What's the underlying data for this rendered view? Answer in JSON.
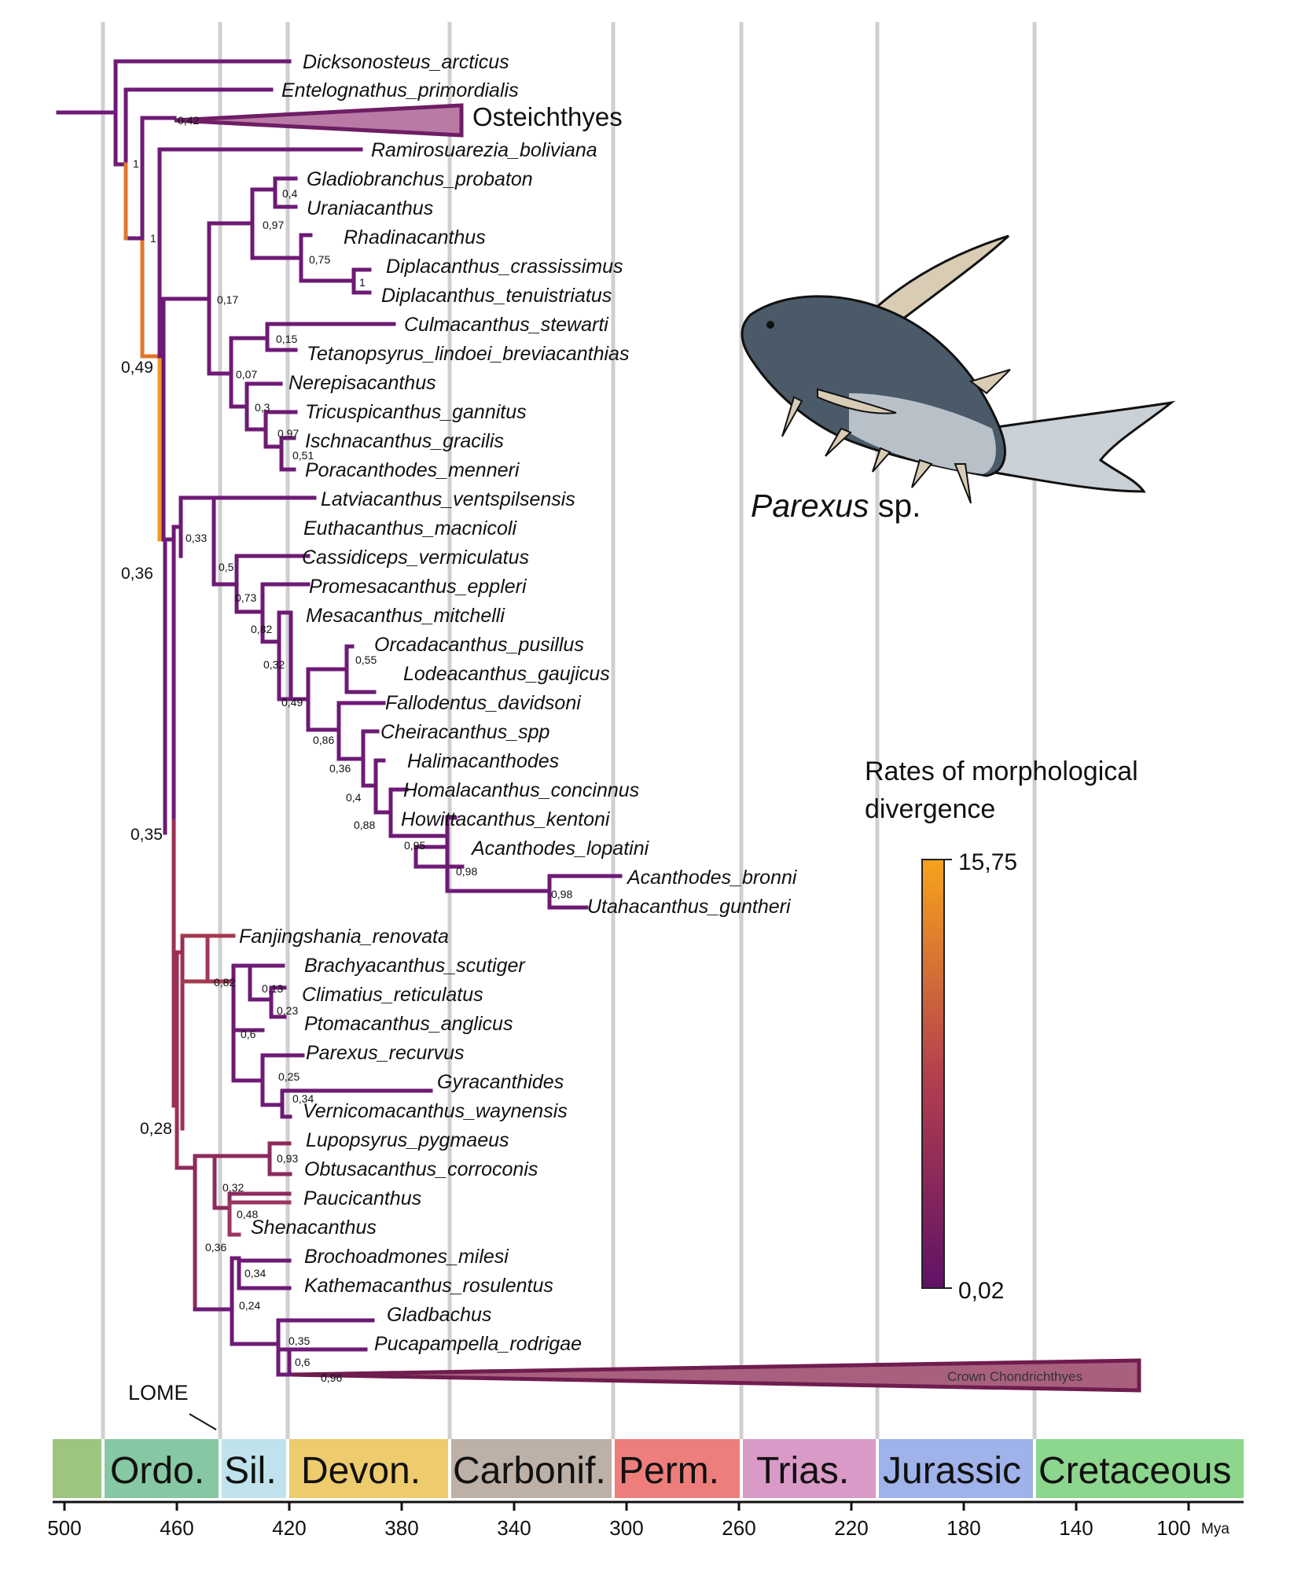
{
  "time_axis": {
    "unit": "Mya",
    "ticks": [
      "500",
      "460",
      "420",
      "380",
      "340",
      "300",
      "260",
      "220",
      "180",
      "140",
      "100"
    ]
  },
  "periods": [
    {
      "label": "",
      "color": "#9dc57f"
    },
    {
      "label": "Ordo.",
      "color": "#86c8a3"
    },
    {
      "label": "Sil.",
      "color": "#bfe2ec"
    },
    {
      "label": "Devon.",
      "color": "#eecb6c"
    },
    {
      "label": "Carbonif.",
      "color": "#bdb0a6"
    },
    {
      "label": "Perm.",
      "color": "#ee7e7c"
    },
    {
      "label": "Trias.",
      "color": "#d99ac7"
    },
    {
      "label": "Jurassic",
      "color": "#9fb2ea"
    },
    {
      "label": "Cretaceous",
      "color": "#8dd68d"
    }
  ],
  "event_label": "LOME",
  "taxa": [
    "Dicksonosteus_arcticus",
    "Entelognathus_primordialis",
    "Ramirosuarezia_boliviana",
    "Gladiobranchus_probaton",
    "Uraniacanthus",
    "Rhadinacanthus",
    "Diplacanthus_crassissimus",
    "Diplacanthus_tenuistriatus",
    "Culmacanthus_stewarti",
    "Tetanopsyrus_lindoei_breviacanthias",
    "Nerepisacanthus",
    "Tricuspicanthus_gannitus",
    "Ischnacanthus_gracilis",
    "Poracanthodes_menneri",
    "Latviacanthus_ventspilsensis",
    "Euthacanthus_macnicoli",
    "Cassidiceps_vermiculatus",
    "Promesacanthus_eppleri",
    "Mesacanthus_mitchelli",
    "Orcadacanthus_pusillus",
    "Lodeacanthus_gaujicus",
    "Fallodentus_davidsoni",
    "Cheiracanthus_spp",
    "Halimacanthodes",
    "Homalacanthus_concinnus",
    "Howittacanthus_kentoni",
    "Acanthodes_lopatini",
    "Acanthodes_bronni",
    "Utahacanthus_guntheri",
    "Fanjingshania_renovata",
    "Brachyacanthus_scutiger",
    "Climatius_reticulatus",
    "Ptomacanthus_anglicus",
    "Parexus_recurvus",
    "Gyracanthides",
    "Vernicomacanthus_waynensis",
    "Lupopsyrus_pygmaeus",
    "Obtusacanthus_corroconis",
    "Paucicanthus",
    "Shenacanthus",
    "Brochoadmones_milesi",
    "Kathemacanthus_rosulentus",
    "Gladbachus",
    "Pucapampella_rodrigae"
  ],
  "clades": {
    "osteichthyes": "Osteichthyes",
    "crown": "Crown Chondrichthyes"
  },
  "supports": {
    "small": [
      "0,42",
      "1",
      "1",
      "0,4",
      "0,97",
      "0,75",
      "1",
      "0,17",
      "0,15",
      "0,07",
      "0,3",
      "0,97",
      "0,51",
      "0,33",
      "0,5",
      "0,73",
      "0,82",
      "0,32",
      "0,55",
      "0,49",
      "0,86",
      "0,36",
      "0,4",
      "0,88",
      "0,95",
      "0,98",
      "0,98",
      "0,82",
      "0,13",
      "0,23",
      "0,6",
      "0,25",
      "0,34",
      "0,93",
      "0,32",
      "0,48",
      "0,36",
      "0,34",
      "0,24",
      "0,35",
      "0,6",
      "0,96"
    ],
    "large": [
      "0,49",
      "0,36",
      "0,35",
      "0,28"
    ]
  },
  "legend": {
    "title_line1": "Rates of morphological",
    "title_line2": "divergence",
    "max": "15,75",
    "min": "0,02",
    "color_low": "#5f1266",
    "color_high": "#f7a31c"
  },
  "illustration": {
    "genus": "Parexus",
    "suffix": " sp."
  }
}
